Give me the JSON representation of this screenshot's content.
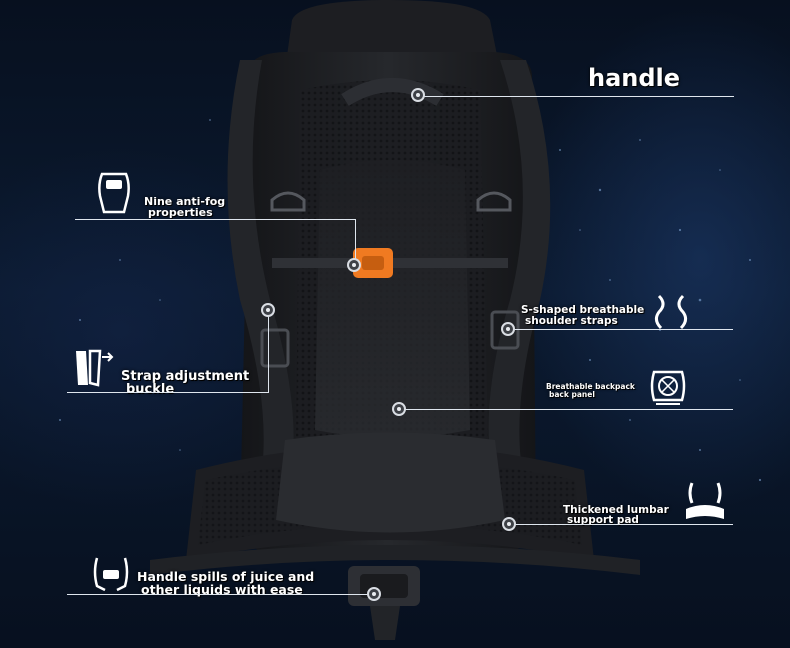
{
  "callouts": {
    "handle": "handle",
    "anti_fog": [
      "Nine anti-fog",
      "properties"
    ],
    "strap_adjustment": [
      "Strap adjustment",
      "buckle"
    ],
    "liquids": [
      "Handle spills of juice and",
      "other liquids with ease"
    ],
    "s_shaped": [
      "S-shaped breathable",
      "shoulder straps"
    ],
    "back_panel": [
      "Breathable backpack",
      "back panel"
    ],
    "lumbar": [
      "Thickened lumbar",
      "support pad"
    ]
  },
  "icons": [
    "vest-buckle-icon",
    "strap-adjust-icon",
    "harness-icon",
    "s-strap-icon",
    "mesh-panel-icon",
    "lumbar-pad-icon"
  ],
  "colors": {
    "accent_buckle": "#f07a21",
    "line": "#dfe6ee",
    "bag": "#1b1c1f"
  }
}
